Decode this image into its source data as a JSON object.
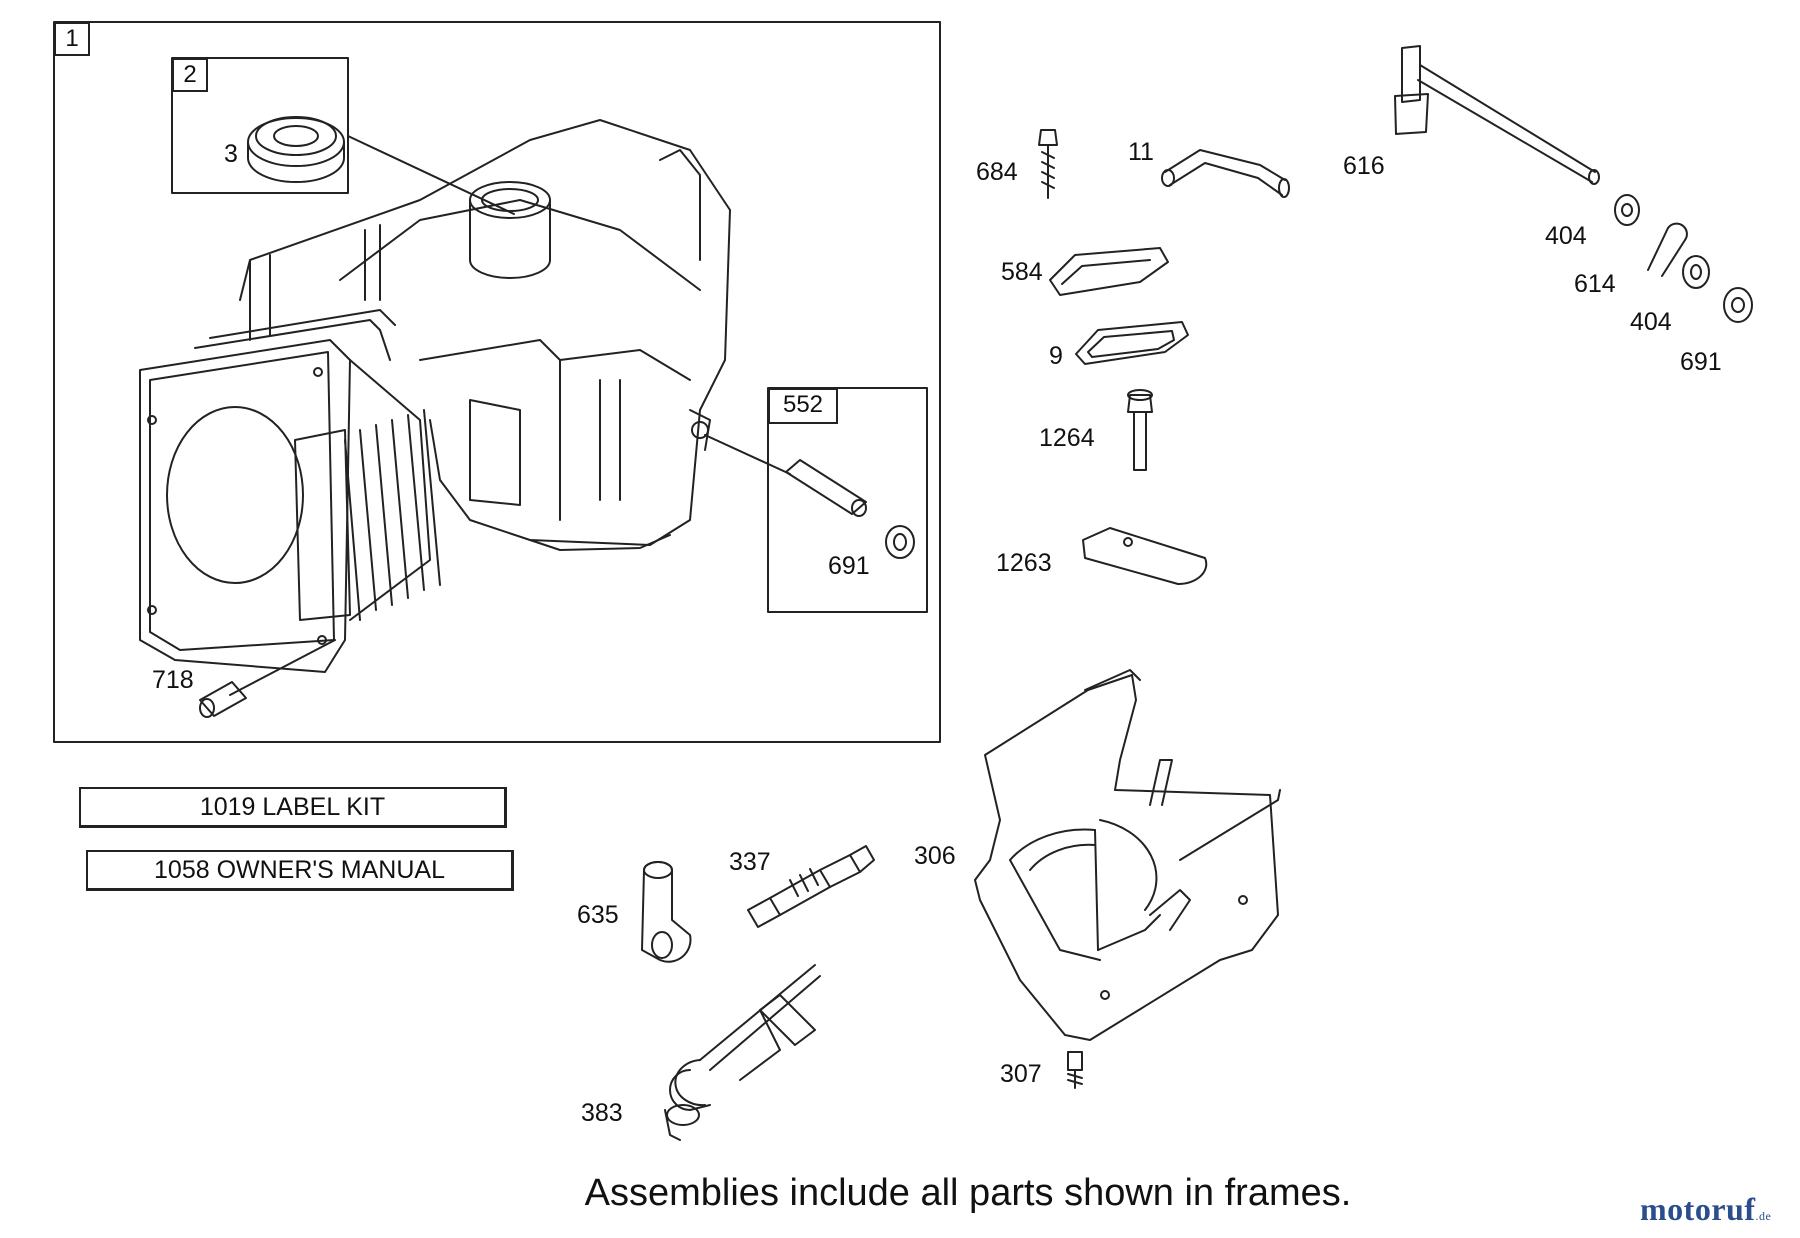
{
  "frames": {
    "main": "1",
    "seal": "2",
    "pin": "552"
  },
  "callouts": {
    "p3": "3",
    "p718": "718",
    "p691a": "691",
    "p684": "684",
    "p11": "11",
    "p616": "616",
    "p404a": "404",
    "p614": "614",
    "p404b": "404",
    "p691b": "691",
    "p584": "584",
    "p9": "9",
    "p1264": "1264",
    "p1263": "1263",
    "p306": "306",
    "p307": "307",
    "p337": "337",
    "p635": "635",
    "p383": "383"
  },
  "kits": {
    "label_kit": "1019 LABEL KIT",
    "manual": "1058 OWNER'S MANUAL"
  },
  "footer_note": "Assemblies include all parts shown in frames.",
  "watermark": {
    "text": "motoruf",
    "suffix": ".de"
  }
}
